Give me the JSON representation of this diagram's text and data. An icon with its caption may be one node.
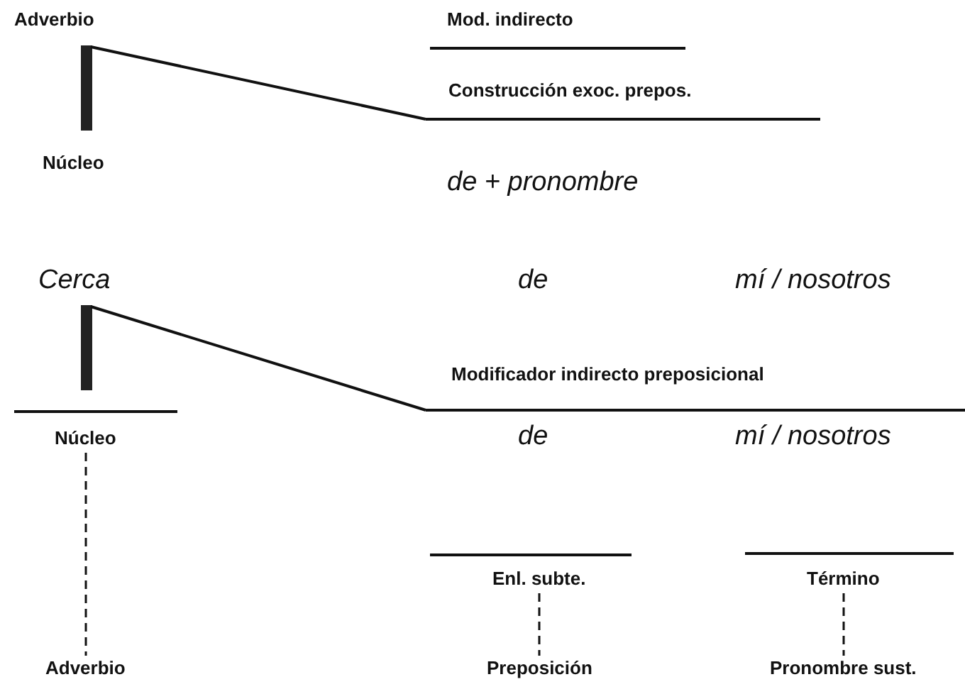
{
  "diagram": {
    "nodes": [
      {
        "text": [
          "Núcleo"
        ]
      },
      {
        "text": [
          "Adverbio"
        ]
      },
      {
        "text": [
          "Enl. subte."
        ]
      },
      {
        "text": [
          "Preposición"
        ]
      },
      {
        "text": [
          "Término"
        ]
      },
      {
        "text": [
          "Pronombre sust."
        ]
      }
    ],
    "edges": [
      {
        "from": 0,
        "to": 1,
        "arrow": "none",
        "style": "dashed"
      },
      {
        "from": 2,
        "to": 3,
        "arrow": "none",
        "style": "dashed"
      },
      {
        "from": 4,
        "to": 5,
        "arrow": "none",
        "style": "dashed"
      }
    ],
    "labels": [
      "Adverbio",
      "Mod. indirecto",
      "Construcción exoc. prepos.",
      "Núcleo",
      "de + pronombre",
      "Cerca",
      "de",
      "mí / nosotros",
      "Modificador indirecto preposicional",
      "de",
      "mí / nosotros"
    ]
  }
}
